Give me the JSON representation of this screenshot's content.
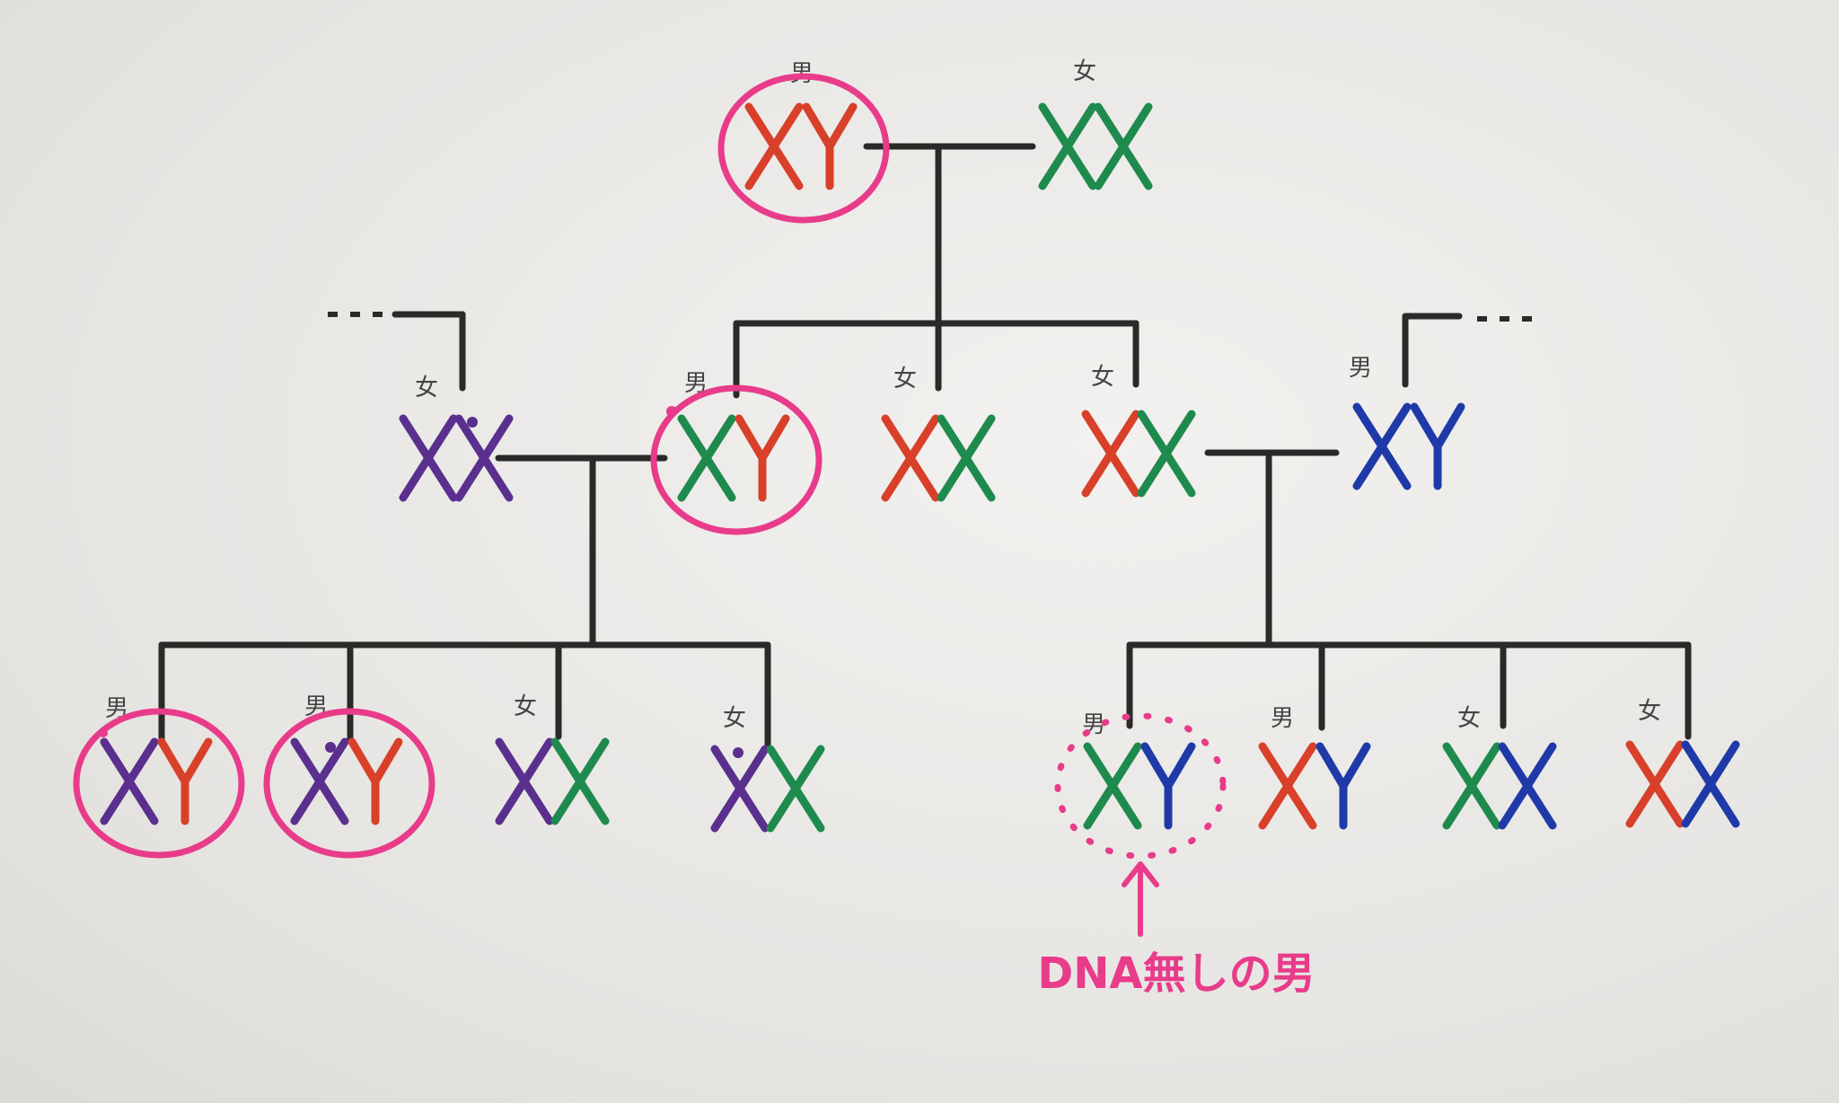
{
  "colors": {
    "paper": "#e9e7e4",
    "line": "#2b2a28",
    "red": "#d8402a",
    "green": "#1f8a4e",
    "purple": "#5a2f8e",
    "blue": "#1f3aa8",
    "pink": "#e83c8a"
  },
  "sex_labels": {
    "male": "男",
    "female": "女"
  },
  "continuation": "・・・・",
  "callout": {
    "text": "DNA無しの男"
  },
  "individuals": [
    {
      "id": "gen1-father",
      "sex": "male",
      "chromosomes": [
        "X",
        "Y"
      ],
      "colors": [
        "red",
        "red"
      ],
      "marked": "circle"
    },
    {
      "id": "gen1-mother",
      "sex": "female",
      "chromosomes": [
        "X",
        "X"
      ],
      "colors": [
        "green",
        "green"
      ],
      "marked": "none"
    },
    {
      "id": "gen2-spouse-left",
      "sex": "female",
      "chromosomes": [
        "X",
        "X"
      ],
      "colors": [
        "purple",
        "purple"
      ],
      "marked": "none"
    },
    {
      "id": "gen2-son",
      "sex": "male",
      "chromosomes": [
        "X",
        "Y"
      ],
      "colors": [
        "green",
        "red"
      ],
      "marked": "circle"
    },
    {
      "id": "gen2-daughter-1",
      "sex": "female",
      "chromosomes": [
        "X",
        "X"
      ],
      "colors": [
        "red",
        "green"
      ],
      "marked": "none"
    },
    {
      "id": "gen2-daughter-2",
      "sex": "female",
      "chromosomes": [
        "X",
        "X"
      ],
      "colors": [
        "red",
        "green"
      ],
      "marked": "none"
    },
    {
      "id": "gen2-spouse-right",
      "sex": "male",
      "chromosomes": [
        "X",
        "Y"
      ],
      "colors": [
        "blue",
        "blue"
      ],
      "marked": "none"
    },
    {
      "id": "gen3-left-son-1",
      "sex": "male",
      "chromosomes": [
        "X",
        "Y"
      ],
      "colors": [
        "purple",
        "red"
      ],
      "marked": "circle"
    },
    {
      "id": "gen3-left-son-2",
      "sex": "male",
      "chromosomes": [
        "X",
        "Y"
      ],
      "colors": [
        "purple",
        "red"
      ],
      "marked": "circle"
    },
    {
      "id": "gen3-left-daughter-1",
      "sex": "female",
      "chromosomes": [
        "X",
        "X"
      ],
      "colors": [
        "purple",
        "green"
      ],
      "marked": "none"
    },
    {
      "id": "gen3-left-daughter-2",
      "sex": "female",
      "chromosomes": [
        "X",
        "X"
      ],
      "colors": [
        "purple",
        "green"
      ],
      "marked": "none"
    },
    {
      "id": "gen3-right-son-1",
      "sex": "male",
      "chromosomes": [
        "X",
        "Y"
      ],
      "colors": [
        "green",
        "blue"
      ],
      "marked": "dotted-circle"
    },
    {
      "id": "gen3-right-son-2",
      "sex": "male",
      "chromosomes": [
        "X",
        "Y"
      ],
      "colors": [
        "red",
        "blue"
      ],
      "marked": "none"
    },
    {
      "id": "gen3-right-daughter-1",
      "sex": "female",
      "chromosomes": [
        "X",
        "X"
      ],
      "colors": [
        "green",
        "blue"
      ],
      "marked": "none"
    },
    {
      "id": "gen3-right-daughter-2",
      "sex": "female",
      "chromosomes": [
        "X",
        "X"
      ],
      "colors": [
        "red",
        "blue"
      ],
      "marked": "none"
    }
  ]
}
